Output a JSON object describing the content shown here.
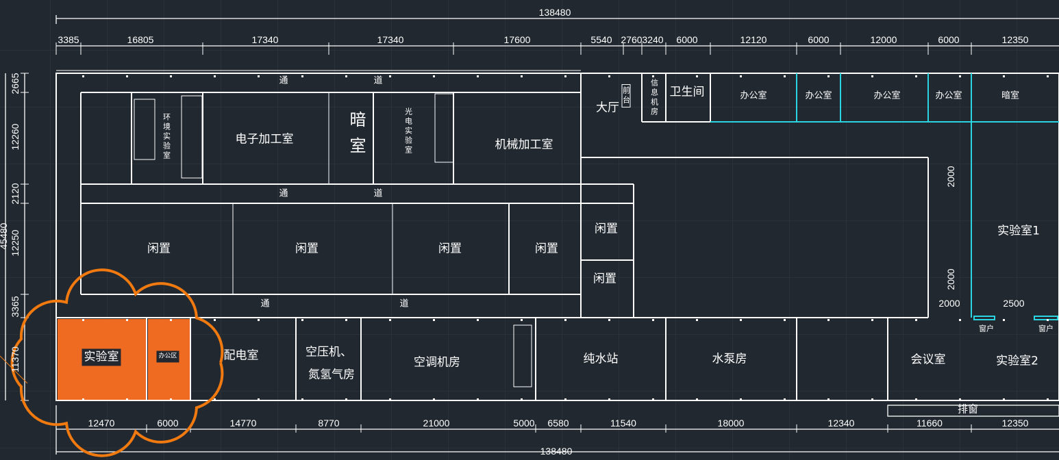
{
  "colors": {
    "background": "#212830",
    "wall": "#ffffff",
    "partition_cyan": "#2ad4e0",
    "highlight_orange": "#f06b22",
    "revision_cloud": "#f07a10"
  },
  "dimensions": {
    "total_top": "138480",
    "top": [
      "3385",
      "16805",
      "17340",
      "17340",
      "17600",
      "5540",
      "2760",
      "3240",
      "6000",
      "12120",
      "6000",
      "12000",
      "6000",
      "12350"
    ],
    "left": [
      "2665",
      "12260",
      "2120",
      "45480",
      "12250",
      "3365",
      "11370"
    ],
    "bottom": [
      "12470",
      "6000",
      "14770",
      "8770",
      "21000",
      "5000",
      "6580",
      "11540",
      "18000",
      "12340",
      "11660",
      "12350"
    ],
    "total_bottom": "138480",
    "right_vertical": [
      "2000",
      "2000"
    ],
    "right_horizontal": [
      "2000",
      "2500"
    ]
  },
  "rooms": {
    "env_lab": "环境实验室",
    "electronics": "电子加工室",
    "darkroom_a": "暗室",
    "optoelectronic_lab": "光电实验室",
    "machining": "机械加工室",
    "idle": "闲置",
    "hall": "大厅",
    "reception": "前台",
    "server_room": "信息机房",
    "restroom": "卫生间",
    "office": "办公室",
    "darkroom_b": "暗室",
    "lab1": "实验室1",
    "lab_highlight": "实验室",
    "office_area": "办公区",
    "power": "配电室",
    "compressor_line1": "空压机、",
    "compressor_line2": "氮氢气房",
    "hvac": "空调机房",
    "pure_water": "纯水站",
    "pump": "水泵房",
    "meeting": "会议室",
    "lab2": "实验室2",
    "window": "窗户",
    "strip_window": "排窗"
  },
  "corridor": {
    "c1": "通",
    "c2": "道"
  }
}
